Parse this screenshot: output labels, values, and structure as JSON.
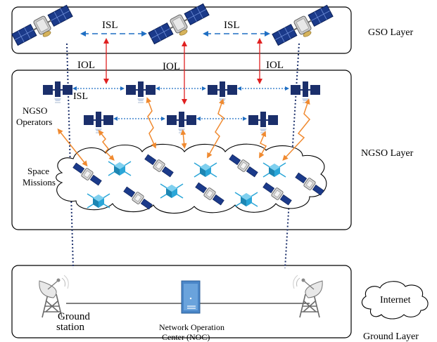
{
  "layers": {
    "gso": "GSO Layer",
    "ngso": "NGSO Layer",
    "ground": "Ground Layer"
  },
  "links": {
    "isl_top_left": "ISL",
    "isl_top_right": "ISL",
    "isl_middle": "ISL",
    "iol_left": "IOL",
    "iol_center": "IOL",
    "iol_right": "IOL"
  },
  "labels": {
    "ngso_operators": [
      "NGSO",
      "Operators"
    ],
    "space_missions": [
      "Space",
      "Missions"
    ],
    "ground_station": [
      "Ground",
      "station"
    ],
    "noc": [
      "Network Operation",
      "Center (NOC)"
    ],
    "internet": "Internet"
  },
  "colors": {
    "isl_link": "#1f6fc4",
    "iol_link": "#e02020",
    "feeder_link": "#f08a30",
    "satellite_panel": "#1b2f6b",
    "cubesat": "#2aa6d8",
    "noc_device": "#4a86c8"
  },
  "icons": {
    "gso_satellite": "gso-satellite-icon",
    "ngso_satellite": "ngso-satellite-icon",
    "cubesat": "cubesat-icon",
    "mission_satellite": "mission-satellite-icon",
    "ground_dish": "satellite-dish-icon",
    "noc_server": "server-icon",
    "cloud": "cloud-icon"
  }
}
